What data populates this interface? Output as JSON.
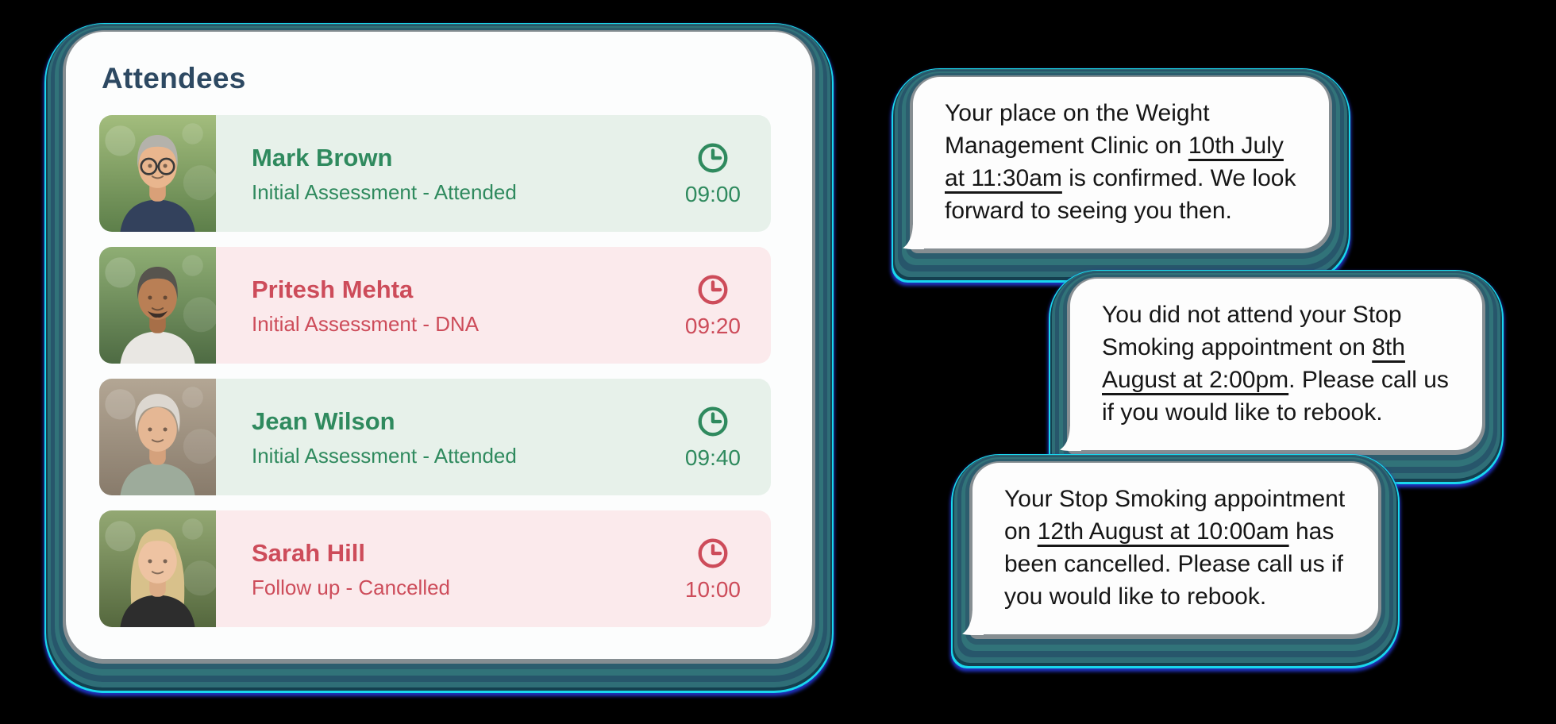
{
  "page": {
    "background": "#000000"
  },
  "colors": {
    "attended_text": "#2f8a5e",
    "attended_bg": "#e7f1ea",
    "missed_text": "#cd4c5a",
    "missed_bg": "#fbeaec",
    "card_title": "#2d4962",
    "card_bg": "#fcfdfd",
    "bubble_bg": "#fdfdfd",
    "bubble_text": "#161616",
    "glow_teal": "#317379",
    "glow_slate": "#27566b",
    "glow_gray": "#868e92",
    "glow_cyan": "#19d7ee",
    "glow_blue": "#2133c0"
  },
  "attendees": {
    "title": "Attendees",
    "rows": [
      {
        "name": "Mark Brown",
        "status": "Initial Assessment - Attended",
        "time": "09:00",
        "tone": "positive",
        "avatar": {
          "bg1": "#a3bd7d",
          "bg2": "#5d7f4a",
          "hair": "short",
          "hairColor": "#b4b2ab",
          "skin": "#e9b68e",
          "skinShade": "#d9a078",
          "shirt": "#33415c",
          "glasses": true,
          "mustache": false
        }
      },
      {
        "name": "Pritesh Mehta",
        "status": "Initial Assessment - DNA",
        "time": "09:20",
        "tone": "negative",
        "avatar": {
          "bg1": "#8fae74",
          "bg2": "#4e6b43",
          "hair": "short",
          "hairColor": "#57544e",
          "skin": "#b97f55",
          "skinShade": "#a76f48",
          "shirt": "#e9e7e3",
          "glasses": false,
          "mustache": true
        }
      },
      {
        "name": "Jean Wilson",
        "status": "Initial Assessment - Attended",
        "time": "09:40",
        "tone": "positive",
        "avatar": {
          "bg1": "#b3a694",
          "bg2": "#887b6b",
          "hair": "curly",
          "hairColor": "#dcd7d0",
          "skin": "#e5b794",
          "skinShade": "#d4a17c",
          "shirt": "#9dab9b",
          "glasses": false,
          "mustache": false
        }
      },
      {
        "name": "Sarah Hill",
        "status": "Follow up - Cancelled",
        "time": "10:00",
        "tone": "negative",
        "avatar": {
          "bg1": "#93a873",
          "bg2": "#55683e",
          "hair": "long",
          "hairColor": "#d8c18b",
          "skin": "#eec3a2",
          "skinShade": "#ddad87",
          "shirt": "#2d2d2d",
          "glasses": false,
          "mustache": false
        }
      }
    ]
  },
  "messages": [
    {
      "segments": [
        {
          "text": "Your place on the Weight\nManagement Clinic on ",
          "underline": false
        },
        {
          "text": "10th July\nat 11:30am",
          "underline": true
        },
        {
          "text": " is confirmed. We look\nforward to seeing you then.",
          "underline": false
        }
      ]
    },
    {
      "segments": [
        {
          "text": "You did not attend your Stop\nSmoking appointment on ",
          "underline": false
        },
        {
          "text": "8th\nAugust at 2:00pm",
          "underline": true
        },
        {
          "text": ". Please call us\nif you would like to rebook.",
          "underline": false
        }
      ]
    },
    {
      "segments": [
        {
          "text": "Your Stop Smoking appointment\non ",
          "underline": false
        },
        {
          "text": "12th August at 10:00am",
          "underline": true
        },
        {
          "text": " has\nbeen cancelled. Please call us if\nyou would like to rebook.",
          "underline": false
        }
      ]
    }
  ]
}
